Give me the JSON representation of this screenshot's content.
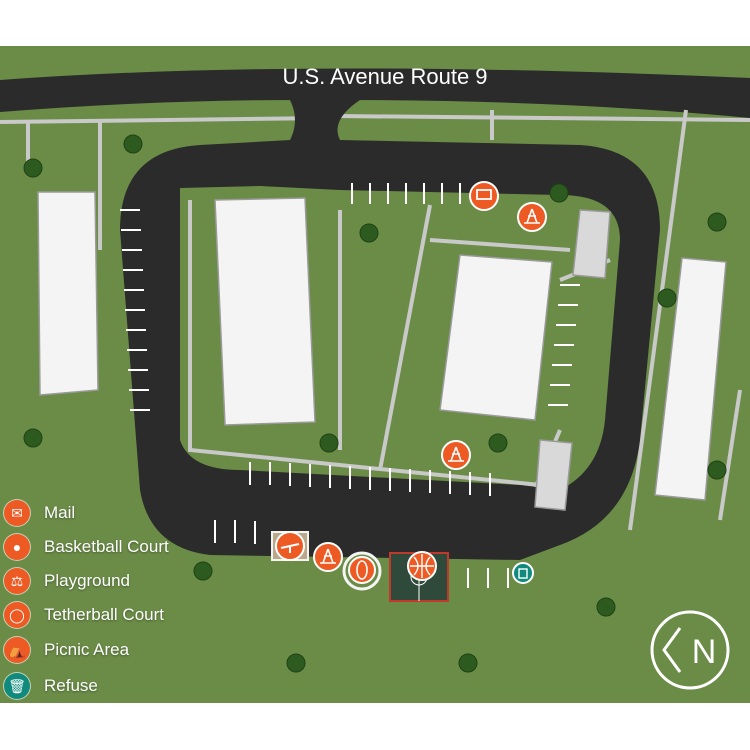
{
  "road": {
    "name": "U.S. Avenue Route 9"
  },
  "colors": {
    "grass": "#6b8c47",
    "asphalt": "#2b2b2b",
    "sidewalk": "#c9c9c9",
    "building": "#f4f4f4",
    "amenity": "#ee5a24",
    "refuse": "#0f8a7c",
    "court": "#2f4a3a"
  },
  "legend": [
    {
      "icon": "mail-icon",
      "label": "Mail",
      "color": "#ee5a24"
    },
    {
      "icon": "basketball-icon",
      "label": "Basketball Court",
      "color": "#ee5a24"
    },
    {
      "icon": "playground-icon",
      "label": "Playground",
      "color": "#ee5a24"
    },
    {
      "icon": "tetherball-icon",
      "label": "Tetherball Court",
      "color": "#ee5a24"
    },
    {
      "icon": "picnic-icon",
      "label": "Picnic Area",
      "color": "#ee5a24"
    },
    {
      "icon": "refuse-icon",
      "label": "Refuse",
      "color": "#0f8a7c"
    }
  ],
  "compass": {
    "label": "N"
  }
}
